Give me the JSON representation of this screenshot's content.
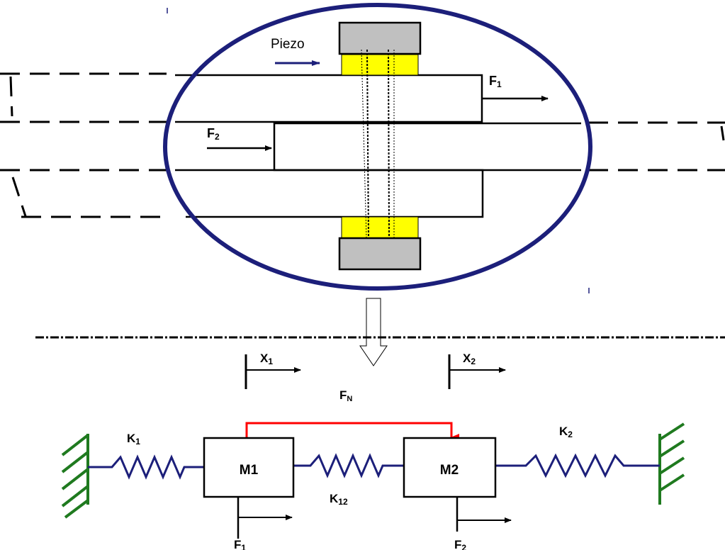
{
  "colors": {
    "ellipse": "#1c1f7a",
    "piezo_arrow": "#1c1f7a",
    "piezo_fill": "#ffff00",
    "clamp_fill": "#c0c0c0",
    "spring": "#1c1f7a",
    "ground": "#1f7a1f",
    "link": "#ff0000"
  },
  "upper": {
    "piezo_label": "Piezo",
    "force_top": {
      "main": "F",
      "sub": "1"
    },
    "force_mid": {
      "main": "F",
      "sub": "2"
    }
  },
  "lower": {
    "disp1": {
      "main": "X",
      "sub": "1"
    },
    "disp2": {
      "main": "X",
      "sub": "2"
    },
    "normal_force": {
      "main": "F",
      "sub": "N"
    },
    "k1": {
      "main": "K",
      "sub": "1"
    },
    "k2": {
      "main": "K",
      "sub": "2"
    },
    "k12": {
      "main": "K",
      "sub": "12"
    },
    "mass1": "M1",
    "mass2": "M2",
    "force1": {
      "main": "F",
      "sub": "1"
    },
    "force2": {
      "main": "F",
      "sub": "2"
    }
  }
}
